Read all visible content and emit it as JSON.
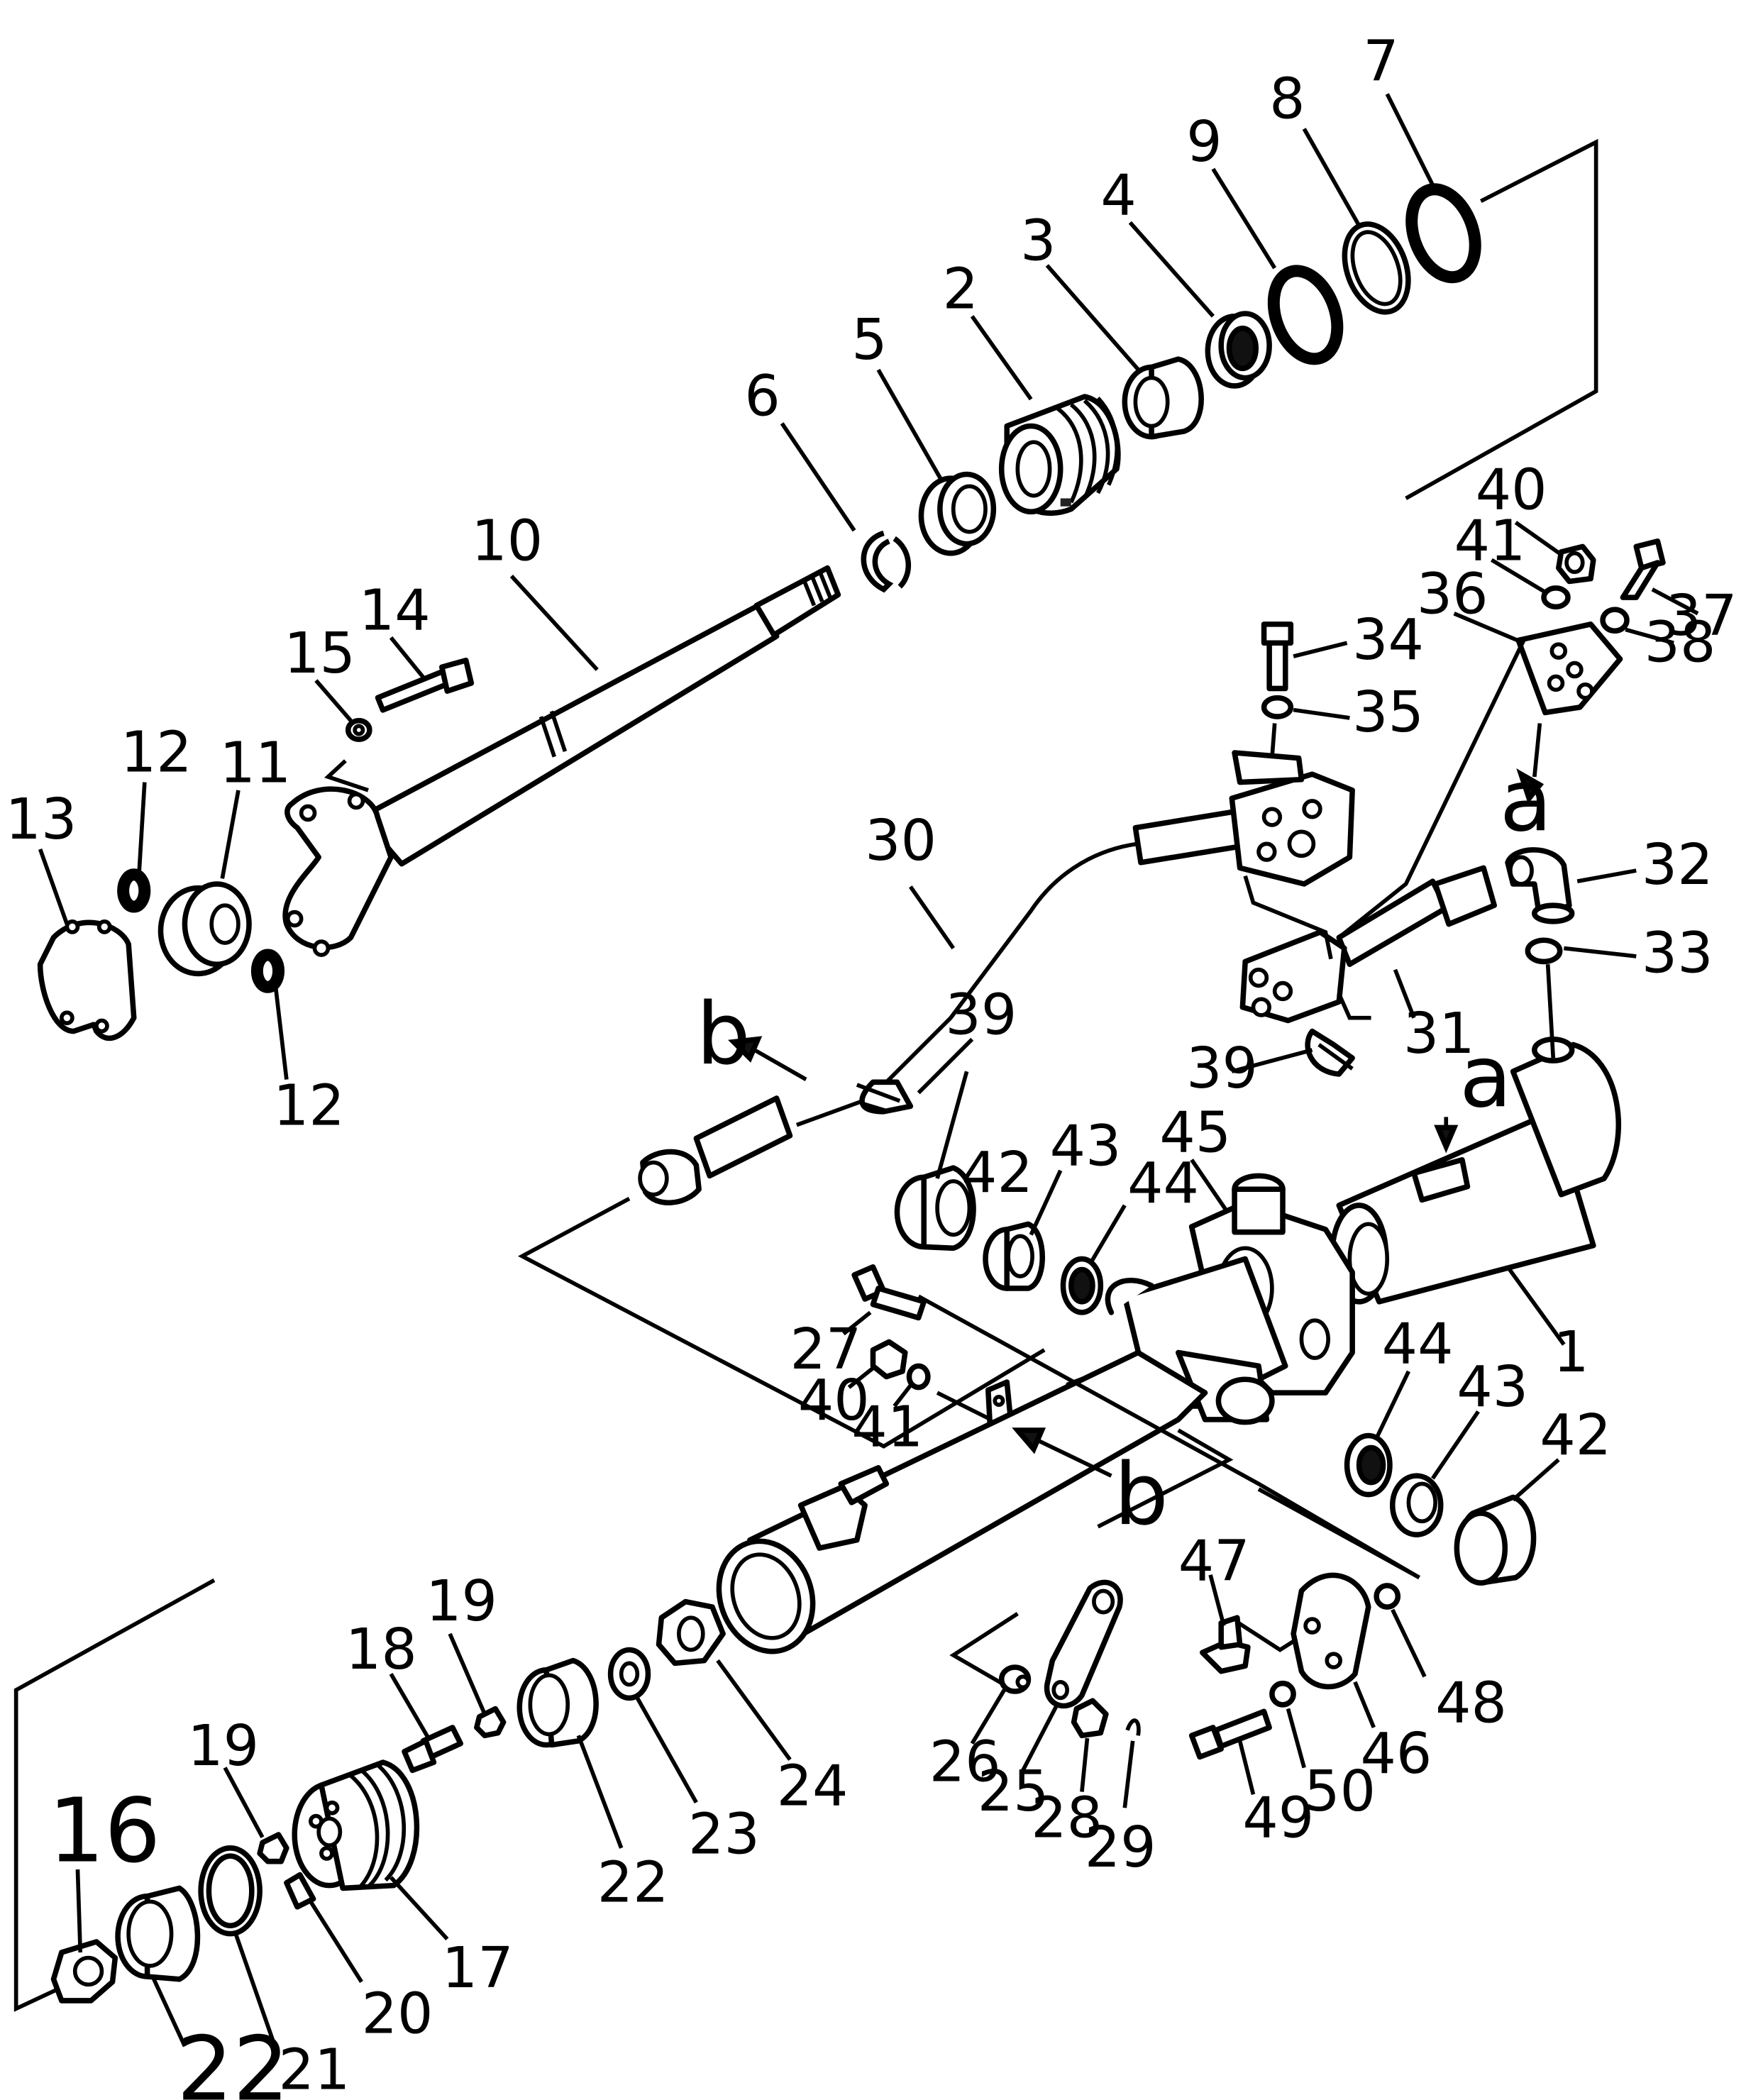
{
  "callouts": {
    "c1": "1",
    "c2": "2",
    "c3": "3",
    "c4": "4",
    "c5": "5",
    "c6": "6",
    "c7": "7",
    "c8": "8",
    "c9": "9",
    "c10": "10",
    "c11": "11",
    "c12a": "12",
    "c12b": "12",
    "c13": "13",
    "c14": "14",
    "c15": "15",
    "c16": "16",
    "c17": "17",
    "c18": "18",
    "c19a": "19",
    "c19b": "19",
    "c20": "20",
    "c21": "21",
    "c22a": "22",
    "c22b": "22",
    "c23": "23",
    "c24": "24",
    "c25": "25",
    "c26": "26",
    "c27": "27",
    "c28": "28",
    "c29": "29",
    "c30": "30",
    "c31": "31",
    "c32": "32",
    "c33": "33",
    "c34": "34",
    "c35": "35",
    "c36": "36",
    "c37": "37",
    "c38": "38",
    "c39a": "39",
    "c39b": "39",
    "c40a": "40",
    "c40b": "40",
    "c41a": "41",
    "c41b": "41",
    "c42a": "42",
    "c42b": "42",
    "c43a": "43",
    "c43b": "43",
    "c44a": "44",
    "c44b": "44",
    "c45": "45",
    "c46": "46",
    "c47": "47",
    "c48": "48",
    "c49": "49",
    "c50": "50"
  },
  "markers": {
    "a_upper": "a",
    "a_lower": "a",
    "b_left": "b",
    "b_right": "b"
  }
}
